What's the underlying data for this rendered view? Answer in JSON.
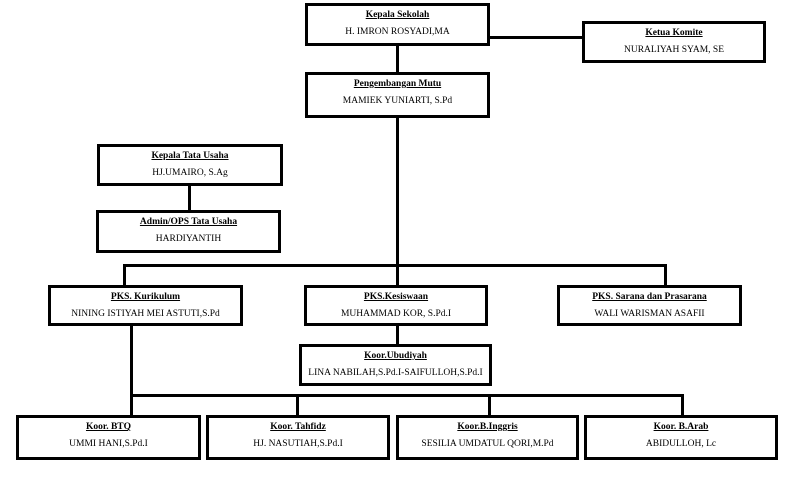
{
  "nodes": {
    "kepala_sekolah": {
      "title": "Kepala Sekolah",
      "name": "H. IMRON ROSYADI,MA"
    },
    "ketua_komite": {
      "title": "Ketua Komite",
      "name": "NURALIYAH SYAM, SE"
    },
    "pengembangan_mutu": {
      "title": "Pengembangan Mutu",
      "name": "MAMIEK YUNIARTI, S.Pd"
    },
    "kepala_tata_usaha": {
      "title": "Kepala Tata Usaha",
      "name": "HJ.UMAIRO, S.Ag"
    },
    "admin_tata_usaha": {
      "title": "Admin/OPS Tata Usaha",
      "name": "HARDIYANTIH"
    },
    "pks_kurikulum": {
      "title": "PKS. Kurikulum",
      "name": "NINING ISTIYAH MEI ASTUTI,S.Pd"
    },
    "pks_kesiswaan": {
      "title": "PKS.Kesiswaan",
      "name": "MUHAMMAD KOR, S.Pd.I"
    },
    "pks_sarana": {
      "title": "PKS. Sarana dan Prasarana",
      "name": "WALI WARISMAN ASAFII"
    },
    "koor_ubudiyah": {
      "title": "Koor.Ubudiyah",
      "name": "LINA NABILAH,S.Pd.I-SAIFULLOH,S.Pd.I"
    },
    "koor_btq": {
      "title": "Koor. BTQ",
      "name": "UMMI HANI,S.Pd.I"
    },
    "koor_tahfidz": {
      "title": "Koor. Tahfidz",
      "name": "HJ. NASUTIAH,S.Pd.I"
    },
    "koor_inggris": {
      "title": "Koor.B.Inggris",
      "name": "SESILIA UMDATUL QORI,M.Pd"
    },
    "koor_arab": {
      "title": "Koor. B.Arab",
      "name": "ABIDULLOH, Lc"
    }
  }
}
